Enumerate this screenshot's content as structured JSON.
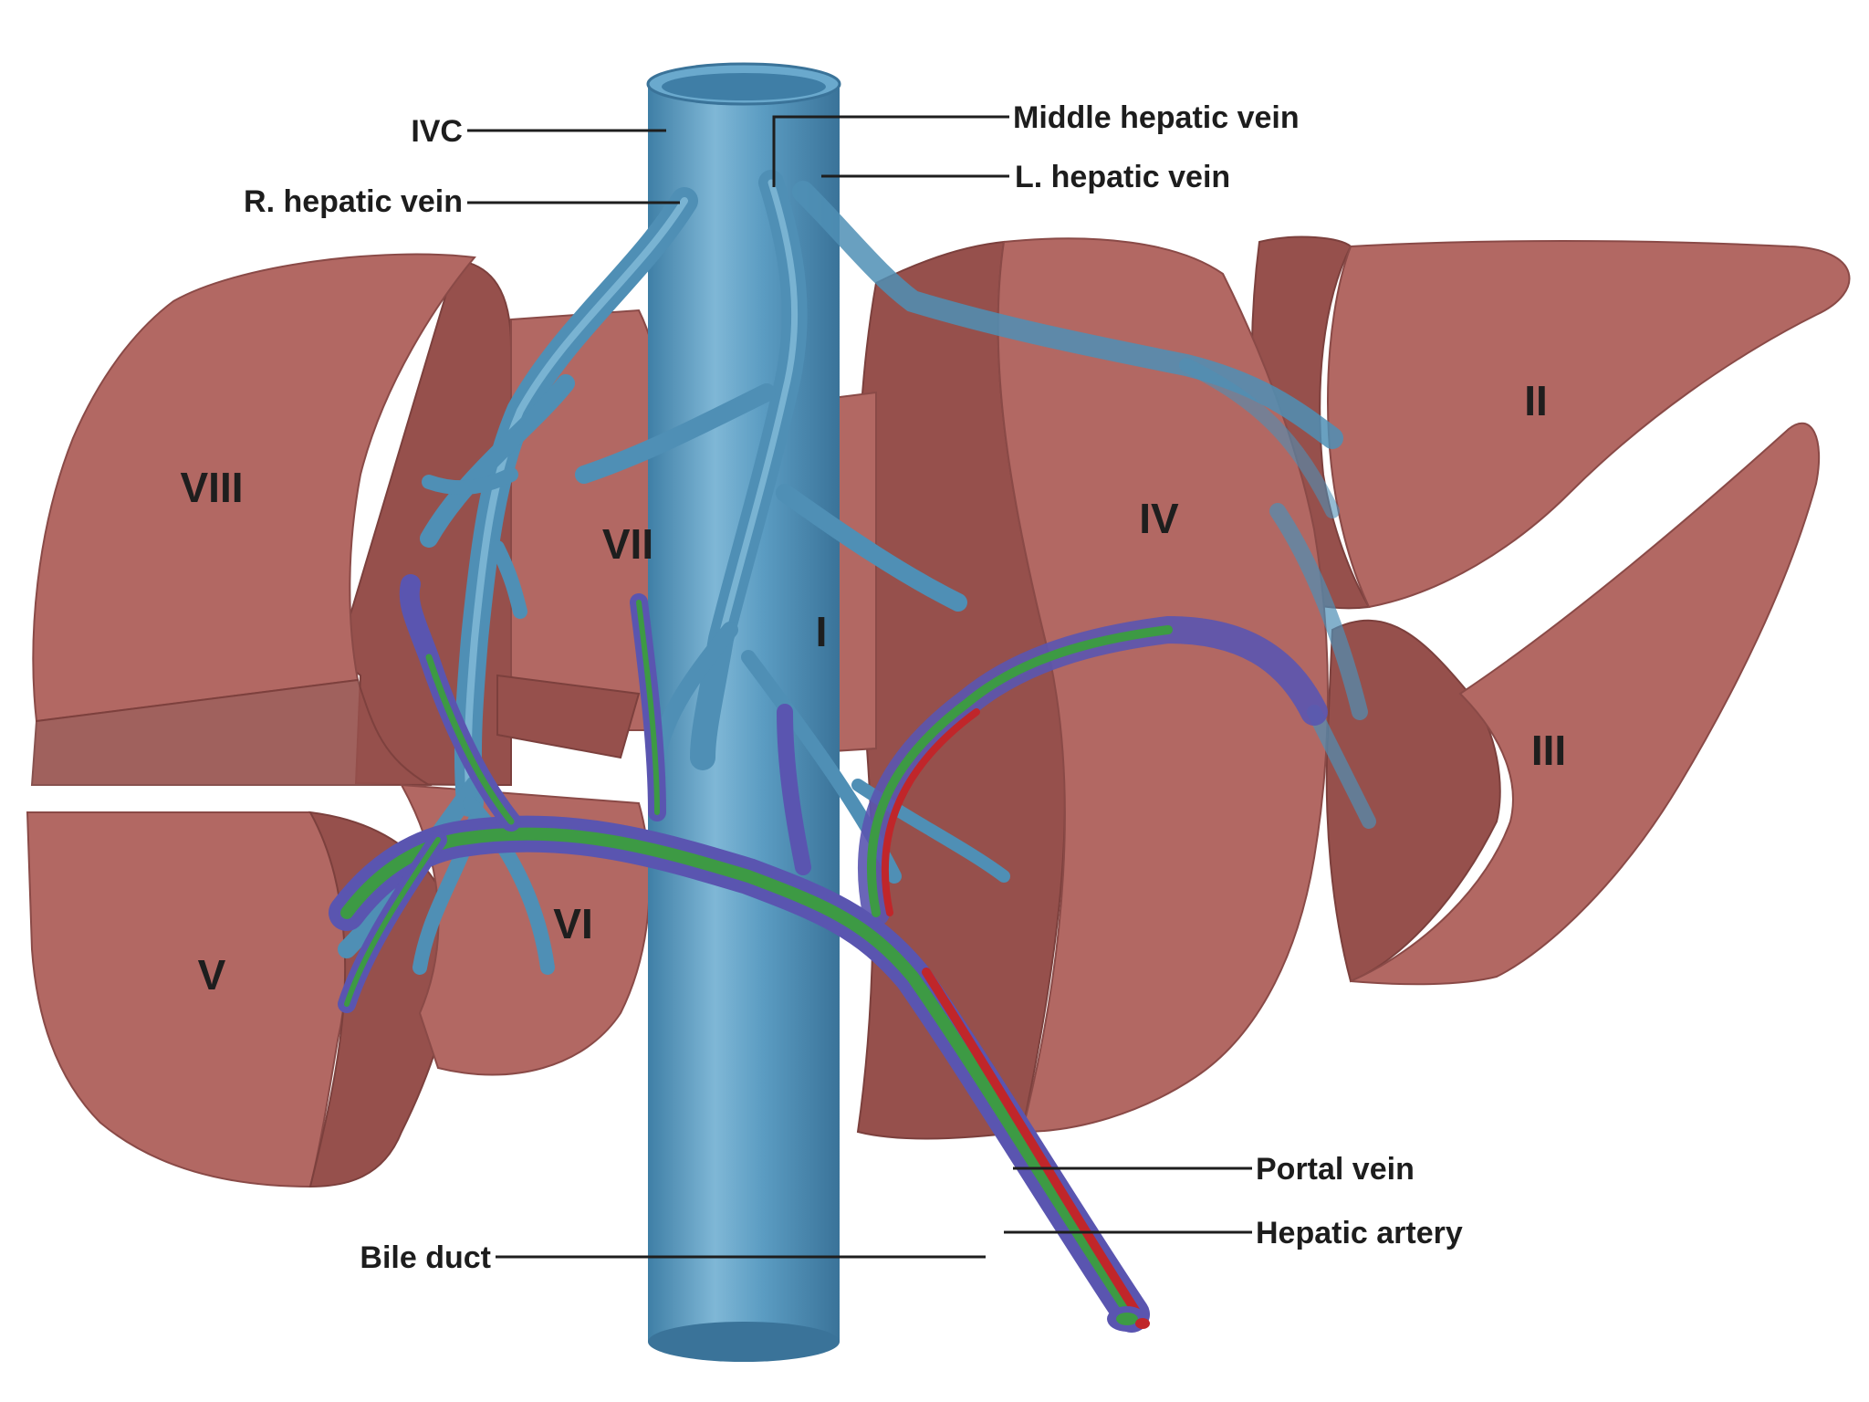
{
  "labels": {
    "ivc": "IVC",
    "r_hepatic_vein": "R. hepatic vein",
    "middle_hepatic_vein": "Middle hepatic vein",
    "l_hepatic_vein": "L. hepatic vein",
    "portal_vein": "Portal vein",
    "hepatic_artery": "Hepatic artery",
    "bile_duct": "Bile duct"
  },
  "segments": {
    "I": "I",
    "II": "II",
    "III": "III",
    "IV": "IV",
    "V": "V",
    "VI": "VI",
    "VII": "VII",
    "VIII": "VIII"
  },
  "colors": {
    "liver": "#b26863",
    "liver_side": "#96504c",
    "hepatic_veins": "#4f8fb5",
    "portal_vein": "#5a55b0",
    "hepatic_artery": "#c0262a",
    "bile_duct": "#3d9a44"
  }
}
